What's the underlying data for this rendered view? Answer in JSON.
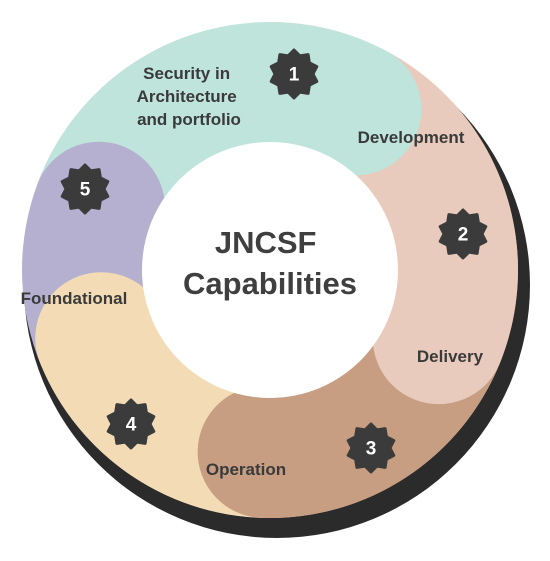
{
  "title_lines": [
    "JNCSF",
    "Capabilities"
  ],
  "segments": [
    {
      "number": "1",
      "label_lines": [
        "Security in",
        "Architecture",
        "and portfolio"
      ],
      "color": "#bfe4db"
    },
    {
      "number": "2",
      "label_lines": [
        "Development"
      ],
      "color": "#e8cbbd"
    },
    {
      "number": "3",
      "label_lines": [
        "Delivery"
      ],
      "color": "#c79e82"
    },
    {
      "number": "4",
      "label_lines": [
        "Operation"
      ],
      "color": "#f3dcb5"
    },
    {
      "number": "5",
      "label_lines": [
        "Foundational"
      ],
      "color": "#b6b0d0"
    }
  ],
  "colors": {
    "shadow": "#2b2b2b",
    "badge": "#3b3b3b",
    "center_fill": "#ffffff",
    "text": "#3a3a3a"
  }
}
